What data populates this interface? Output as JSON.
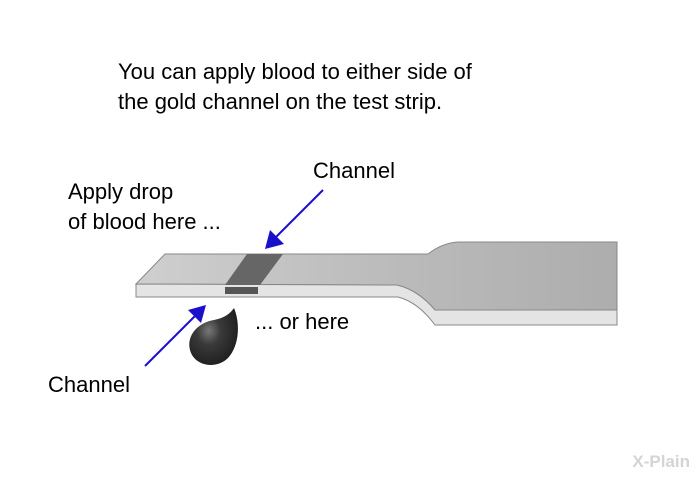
{
  "heading": {
    "line1": "You can apply blood to either side of",
    "line2": "the gold channel on the test strip."
  },
  "labels": {
    "apply_line1": "Apply drop",
    "apply_line2": "of blood here ...",
    "channel_top": "Channel",
    "or_here": "... or here",
    "channel_bottom": "Channel"
  },
  "logo": "X-Plain",
  "colors": {
    "arrow": "#1a10cc",
    "strip_top": "#b4b4b4",
    "strip_side": "#e2e2e2",
    "channel": "#666666",
    "drop": "#333333"
  }
}
